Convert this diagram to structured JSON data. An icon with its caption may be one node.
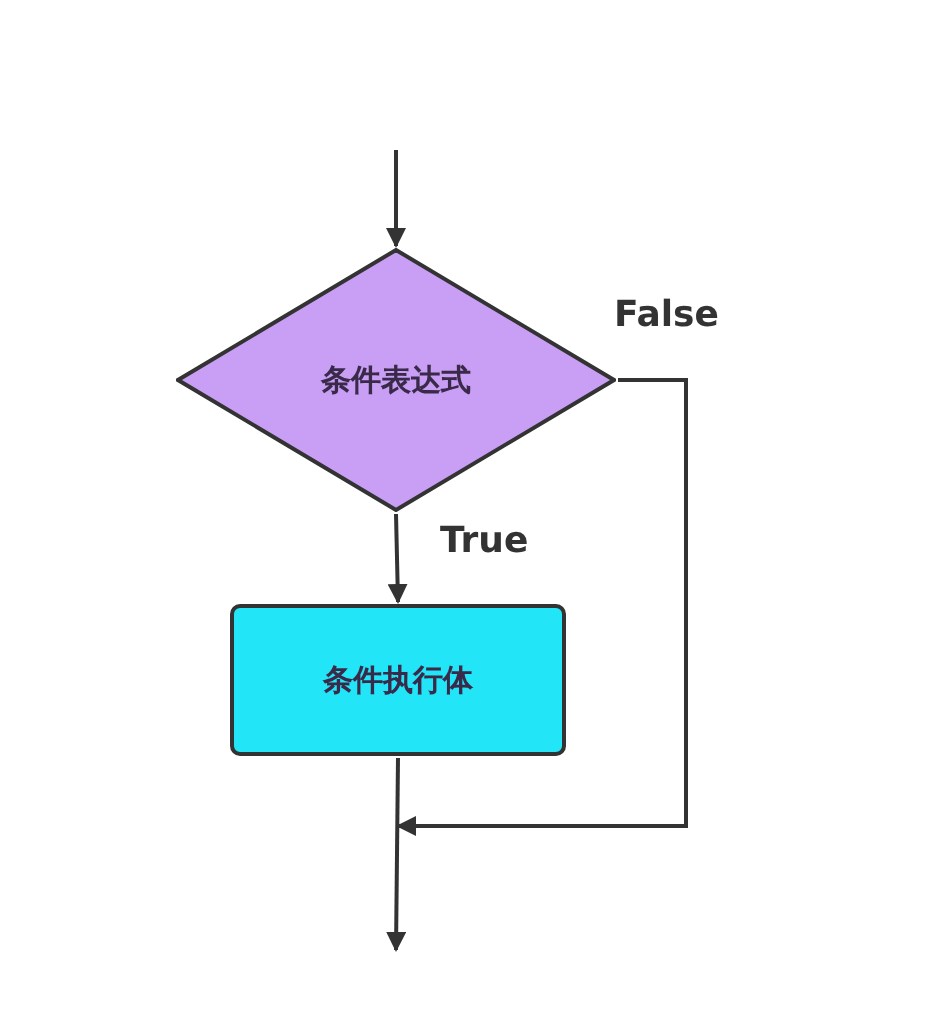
{
  "diagram": {
    "nodes": [
      {
        "text": [
          "条件表达式"
        ]
      },
      {
        "text": [
          "条件执行体"
        ]
      }
    ],
    "edges": [
      {
        "from": null,
        "to": 0,
        "arrow": "to"
      },
      {
        "from": 0,
        "to": 1,
        "arrow": "to",
        "label": "True"
      },
      {
        "from": 0,
        "to": null,
        "arrow": "to",
        "label": "False"
      },
      {
        "from": 1,
        "to": null,
        "arrow": "to"
      }
    ]
  }
}
